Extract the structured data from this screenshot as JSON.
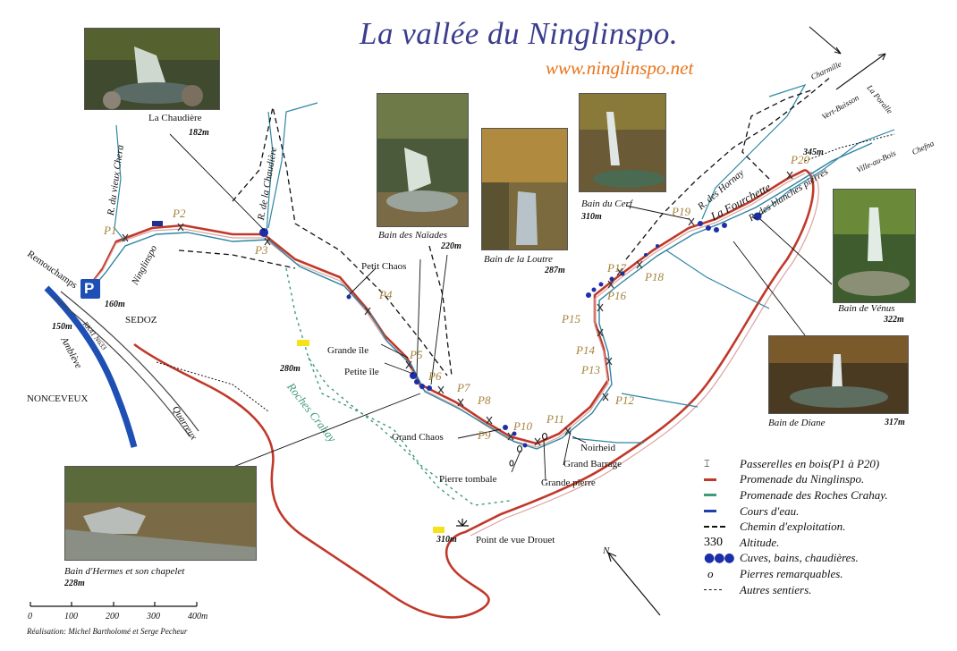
{
  "title": "La vallée du Ninglinspo.",
  "url": "www.ninglinspo.net",
  "places": {
    "la_chaudiere": "La Chaudière",
    "petit_chaos": "Petit Chaos",
    "grande_ile": "Grande île",
    "petite_ile": "Petite île",
    "grand_chaos": "Grand Chaos",
    "pierre_tombale": "Pierre tombale",
    "grande_pierre": "Grande pierre",
    "noirheid": "Noirheid",
    "grand_barrage": "Grand Barrage",
    "point_de_vue": "Point de vue Drouet",
    "la_fourchette": "La Fourchette",
    "remouchamps": "Remouchamps",
    "sedoz": "SEDOZ",
    "nonceveux": "NONCEVEUX",
    "ninglinspo": "Ninglinspo",
    "ambleve": "Amblève",
    "quarreux": "Quarreux",
    "road": "RK41 N633",
    "roches_crahay": "Roches Crahay",
    "r_vieux_chera": "R. du vieux Chera",
    "r_chaudiere": "R. de la Chaudière",
    "r_hornay": "R. des Hornay",
    "r_blanches_pierres": "R. des blanches pierres",
    "charmille": "Charmille",
    "vert_buisson": "Vert-Buisson",
    "la_poralle": "La Poralle",
    "ville_au_bois": "Ville-au-Bois",
    "chefna": "Chefna",
    "north": "N",
    "parking": "P"
  },
  "altitudes": {
    "chaudiere": "182m",
    "naiades": "220m",
    "loutre": "287m",
    "cerf": "310m",
    "venus": "322m",
    "diane": "317m",
    "hermes": "228m",
    "start": "160m",
    "river": "150m",
    "crahay": "280m",
    "drouet": "310m",
    "fourchette": "345m"
  },
  "bridges": [
    "P1",
    "P2",
    "P3",
    "P4",
    "P5",
    "P6",
    "P7",
    "P8",
    "P9",
    "P10",
    "P11",
    "P12",
    "P13",
    "P14",
    "P15",
    "P16",
    "P17",
    "P18",
    "P19",
    "P20"
  ],
  "photos": {
    "chaudiere": "",
    "naiades": "Bain des Naïades",
    "loutre": "Bain de la Loutre",
    "cerf": "Bain du Cerf",
    "venus": "Bain de Vénus",
    "diane": "Bain de Diane",
    "hermes": "Bain d'Hermes et son chapelet"
  },
  "legend": [
    {
      "symbol": "bridge",
      "text": "Passerelles en bois(P1 à P20)"
    },
    {
      "symbol": "red-line",
      "text": "Promenade du Ninglinspo.",
      "color": "#c0392b"
    },
    {
      "symbol": "green-line",
      "text": "Promenade des Roches Crahay.",
      "color": "#3f9a78"
    },
    {
      "symbol": "blue-line",
      "text": "Cours d'eau.",
      "color": "#1f3fa8"
    },
    {
      "symbol": "black-dash",
      "text": "Chemin d'exploitation."
    },
    {
      "symbol": "altitude",
      "text": "Altitude.",
      "sample": "330"
    },
    {
      "symbol": "dots",
      "text": "Cuves, bains, chaudières."
    },
    {
      "symbol": "stone",
      "text": "Pierres remarquables."
    },
    {
      "symbol": "small-dash",
      "text": "Autres sentiers."
    }
  ],
  "scale": {
    "ticks": [
      "0",
      "100",
      "200",
      "300",
      "400m"
    ]
  },
  "credit": "Réalisation: Michel Bartholomé et Serge Pecheur",
  "colors": {
    "title": "#3b3d8c",
    "url": "#e8731a",
    "walk": "#c0392b",
    "crahay": "#3f9a78",
    "water": "#1f3fa8",
    "bridge_label": "#a6823a"
  }
}
